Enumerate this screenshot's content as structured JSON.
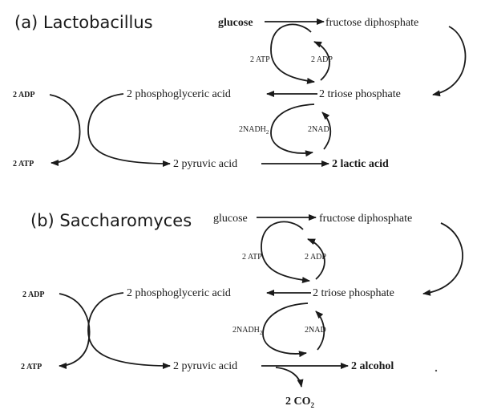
{
  "panels": [
    {
      "header": "(a) Lactobacillus",
      "glucose": "glucose",
      "fructose_diphosphate": "fructose diphosphate",
      "atp_in": "2 ATP",
      "adp_out": "2 ADP",
      "phosphoglyceric_acid": "2 phosphoglyceric acid",
      "triose_phosphate": "2 triose phosphate",
      "nadh2": "2NADH",
      "nadh2_sub": "2",
      "nad": "2NAD",
      "adp_left": "2 ADP",
      "atp_left": "2 ATP",
      "pyruvic_acid": "2 pyruvic acid",
      "product": "2 lactic acid"
    },
    {
      "header": "(b) Saccharomyces",
      "glucose": "glucose",
      "fructose_diphosphate": "fructose diphosphate",
      "atp_in": "2 ATP",
      "adp_out": "2 ADP",
      "phosphoglyceric_acid": "2 phosphoglyceric acid",
      "triose_phosphate": "2 triose phosphate",
      "nadh2": "2NADH",
      "nadh2_sub": "2",
      "nad": "2NAD",
      "adp_left": "2 ADP",
      "atp_left": "2 ATP",
      "pyruvic_acid": "2 pyruvic acid",
      "product": "2 alcohol",
      "co2": "2 CO",
      "co2_sub": "2"
    }
  ]
}
